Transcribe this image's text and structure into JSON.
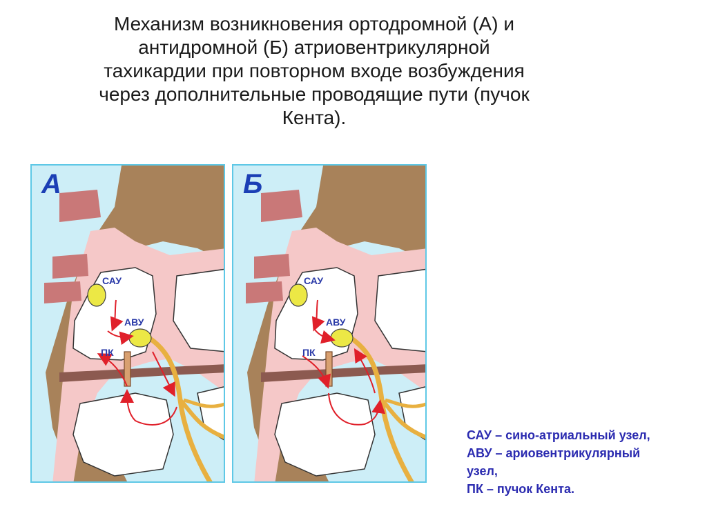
{
  "title_lines": [
    "Механизм возникновения ортодромной (А) и",
    "антидромной (Б) атриовентрикулярной",
    "тахикардии при повторном входе возбуждения",
    "через дополнительные проводящие пути (пучок",
    "Кента)."
  ],
  "panels": [
    {
      "letter": "А",
      "sau": "САУ",
      "avu": "АВУ",
      "pk": "ПК"
    },
    {
      "letter": "Б",
      "sau": "САУ",
      "avu": "АВУ",
      "pk": "ПК"
    }
  ],
  "legend_lines": [
    "САУ – сино-атриальный узел,",
    "АВУ – ариовентрикулярный",
    "узел,",
    "ПК – пучок Кента."
  ],
  "colors": {
    "background_blue": "#cdeef7",
    "muscle_pink": "#f5c8c8",
    "outer_brown": "#a8825a",
    "vessel_red": "#c97878",
    "node_yellow": "#ece845",
    "conduction_orange": "#e8b040",
    "arrow_red": "#e0202a",
    "label_blue": "#2a3aa8"
  }
}
